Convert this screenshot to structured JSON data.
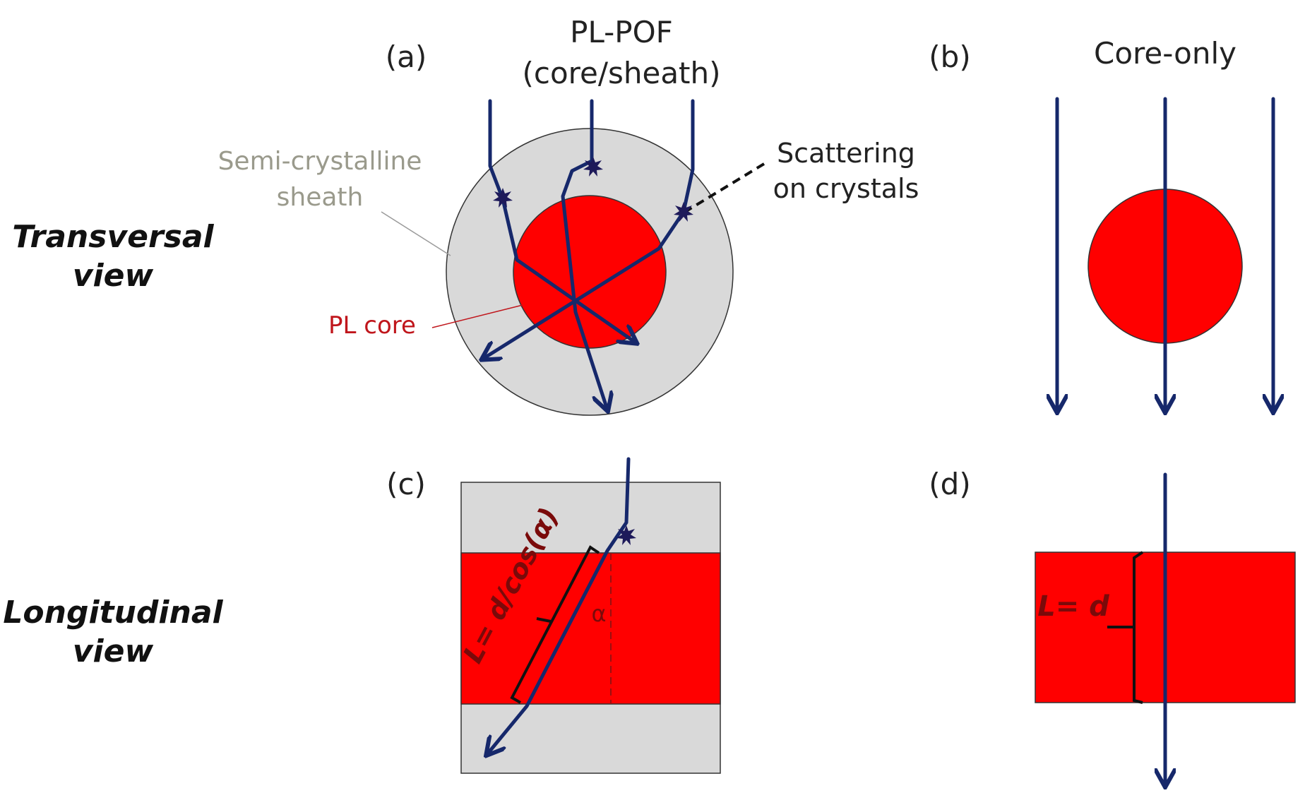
{
  "panels": {
    "a": {
      "tag": "(a)",
      "title_line1": "PL-POF",
      "title_line2": "(core/sheath)",
      "sheath_label_line1": "Semi-crystalline",
      "sheath_label_line2": "sheath",
      "scatter_label_line1": "Scattering",
      "scatter_label_line2": "on crystals",
      "core_label": "PL core"
    },
    "b": {
      "tag": "(b)",
      "title": "Core-only"
    },
    "c": {
      "tag": "(c)",
      "formula": "L= d/cos(α)",
      "angle": "α"
    },
    "d": {
      "tag": "(d)",
      "formula": "L= d"
    }
  },
  "row_labels": {
    "top_line1": "Transversal",
    "top_line2": "view",
    "bottom_line1": "Longitudinal",
    "bottom_line2": "view"
  },
  "colors": {
    "core": "#ff0000",
    "sheath": "#d9d9d9",
    "ray": "#16286b",
    "crystal": "#1e1a5a"
  }
}
